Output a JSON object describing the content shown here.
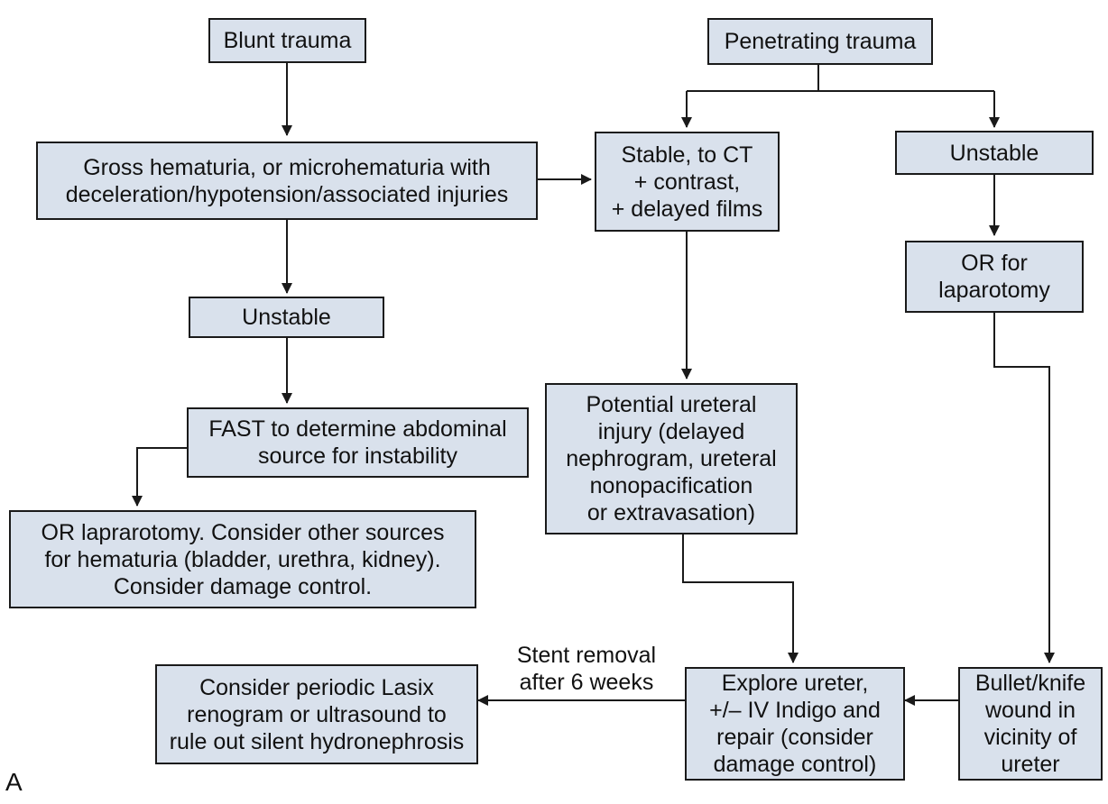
{
  "colors": {
    "box_fill": "#d9e1ec",
    "line": "#1a1a1a"
  },
  "panel_letter": "A",
  "nodes": {
    "blunt_trauma": "Blunt trauma",
    "penetrating_trauma": "Penetrating trauma",
    "gross_hematuria": "Gross hematuria, or microhematuria with\ndeceleration/hypotension/associated injuries",
    "stable_ct": "Stable, to CT\n+ contrast,\n+ delayed films",
    "unstable_penetrating": "Unstable",
    "or_laparotomy": "OR for\nlaparotomy",
    "unstable_blunt": "Unstable",
    "fast": "FAST to determine abdominal\nsource for instability",
    "potential_ureteral": "Potential ureteral\ninjury (delayed\nnephrogram, ureteral\nnonopacification\nor extravasation)",
    "or_laprarotomy": "OR laprarotomy. Consider other sources\nfor hematuria (bladder, urethra, kidney).\nConsider damage control.",
    "lasix": "Consider periodic Lasix\nrenogram or ultrasound to\nrule out silent hydronephrosis",
    "explore_ureter": "Explore ureter,\n+/– IV Indigo and\nrepair (consider\ndamage control)",
    "bullet_knife": "Bullet/knife\nwound in\nvicinity of\nureter"
  },
  "edge_labels": {
    "stent_removal": "Stent removal\nafter 6 weeks"
  }
}
